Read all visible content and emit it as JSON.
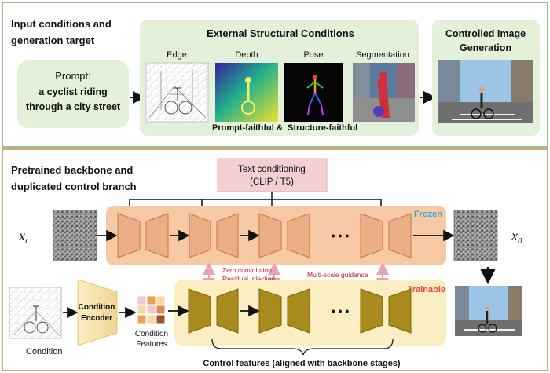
{
  "top": {
    "heading_line1": "Input conditions and",
    "heading_line2": "generation target",
    "prompt_label": "Prompt:",
    "prompt_line1": "a cyclist riding",
    "prompt_line2": "through a city street",
    "conditions_title": "External Structural Conditions",
    "conditions": [
      "Edge",
      "Depth",
      "Pose",
      "Segmentation"
    ],
    "faithful_left": "Prompt-faithful",
    "faithful_amp": "&",
    "faithful_right": "Structure-faithful",
    "output_title_line1": "Controlled Image",
    "output_title_line2": "Generation"
  },
  "bottom": {
    "heading_line1": "Pretrained backbone and",
    "heading_line2": "duplicated control branch",
    "text_cond_line1": "Text conditioning",
    "text_cond_line2": "(CLIP / T5)",
    "frozen": "Frozen",
    "trainable": "Trainable",
    "xt": "x",
    "xt_sub": "t",
    "x0": "x",
    "x0_sub": "0",
    "dots": "• • •",
    "zero_conv": "Zero convolution",
    "residual": "Residual Injection",
    "multiscale": "Multi-scale guidance",
    "condition_label": "Condition",
    "encoder_line1": "Condition",
    "encoder_line2": "Encoder",
    "features_line1": "Condition",
    "features_line2": "Features",
    "control_features": "Control features (aligned with backbone stages)"
  },
  "colors": {
    "green_border": "#7aa56a",
    "green_fill": "#e3f0da",
    "orange_border": "#c88a55",
    "frozen_band": "#f6c9a4",
    "frozen_block": "#ecae86",
    "trainable_band": "#fbeec2",
    "trainable_block": "#a98a1c",
    "text_cond": "#f4cfd4",
    "frozen_label": "#3aa6d8",
    "trainable_label": "#e04a3a",
    "arrow_pink": "#e7a4b0"
  }
}
